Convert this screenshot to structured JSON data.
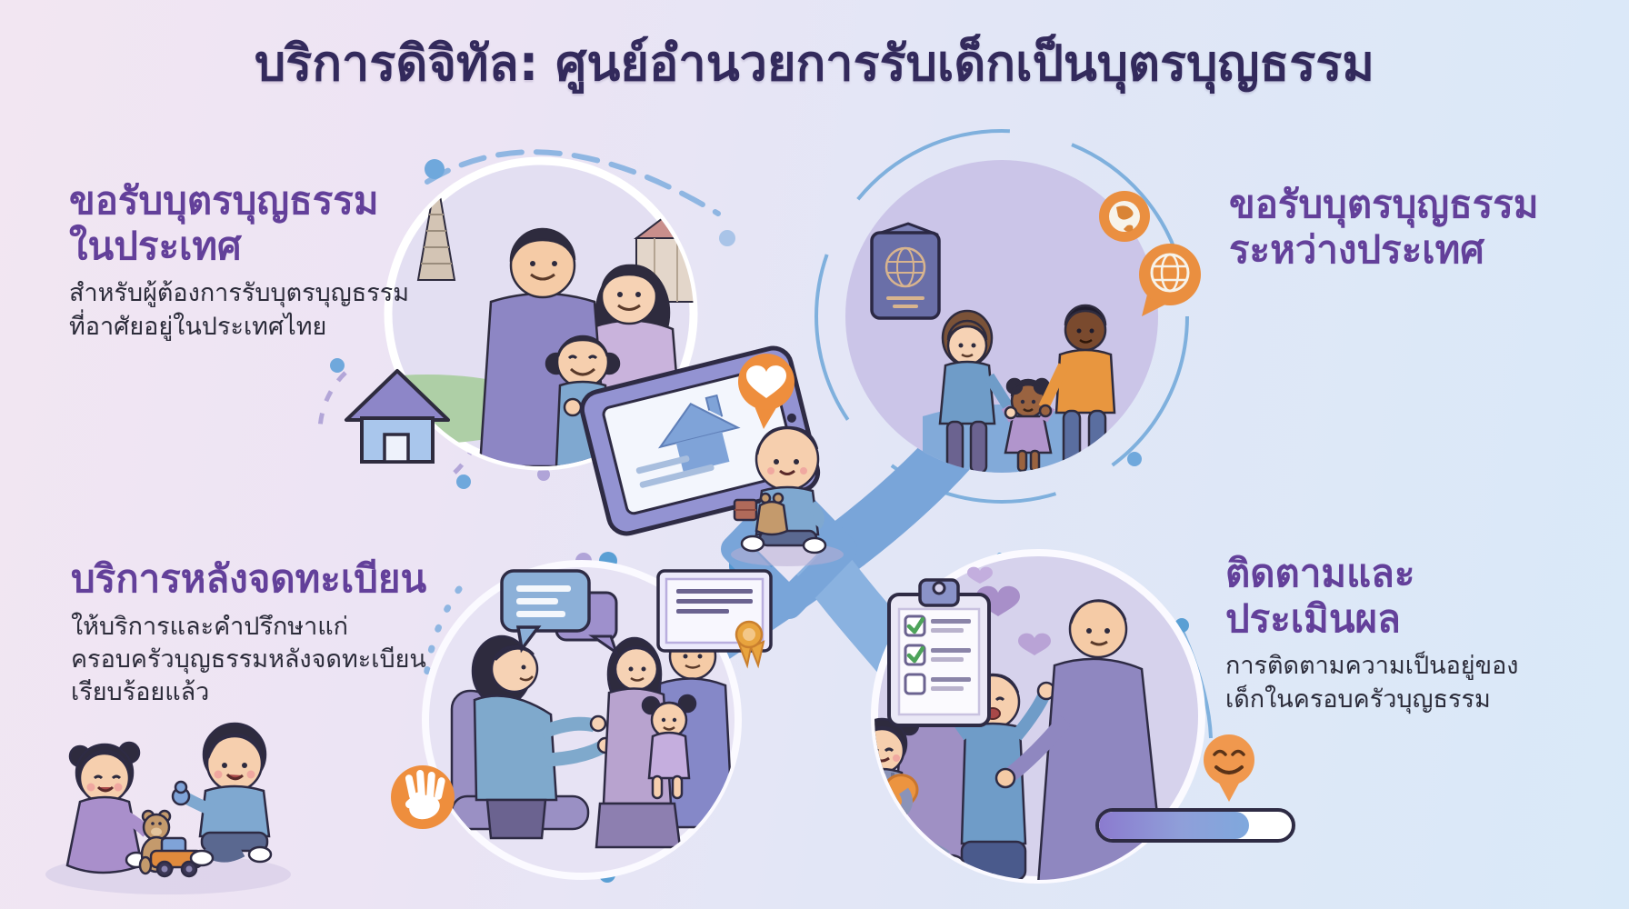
{
  "title": "บริการดิจิทัล: ศูนย์อำนวยการรับเด็กเป็นบุตรบุญธรรม",
  "sections": {
    "domestic": {
      "heading": "ขอรับบุตรบุญธรรม\nในประเทศ",
      "body": "สำหรับผู้ต้องการรับบุตรบุญธรรม\nที่อาศัยอยู่ในประเทศไทย"
    },
    "intercountry": {
      "heading": "ขอรับบุตรบุญธรรม\nระหว่างประเทศ"
    },
    "post_registration": {
      "heading": "บริการหลังจดทะเบียน",
      "body": "ให้บริการและคำปรึกษาแก่\nครอบครัวบุญธรรมหลังจดทะเบียน\nเรียบร้อยแล้ว"
    },
    "monitoring": {
      "heading": "ติดตามและ\nประเมินผล",
      "body": "การติดตามความเป็นอยู่ของ\nเด็กในครอบครัวบุญธรรม"
    }
  },
  "icons": {
    "domestic": [
      "house-icon",
      "tablet-house-icon",
      "heart-pin-icon"
    ],
    "intercountry": [
      "passport-icon",
      "earth-icon",
      "globe-bubble-icon"
    ],
    "post_registration": [
      "chat-bubbles-icon",
      "certificate-icon",
      "hand-icon"
    ],
    "monitoring": [
      "clipboard-checklist-icon",
      "smiley-pin-icon"
    ]
  },
  "progress": {
    "value_percent": 78
  },
  "colors": {
    "background_left": "#f2e6f2",
    "background_right": "#d8e9f7",
    "title": "#332a5c",
    "heading": "#63409a",
    "body_text": "#2c2c3a",
    "accent_orange": "#ee8e3d",
    "path_blue": "#79a5d9",
    "circle_lavender": "#cbc5e8"
  }
}
